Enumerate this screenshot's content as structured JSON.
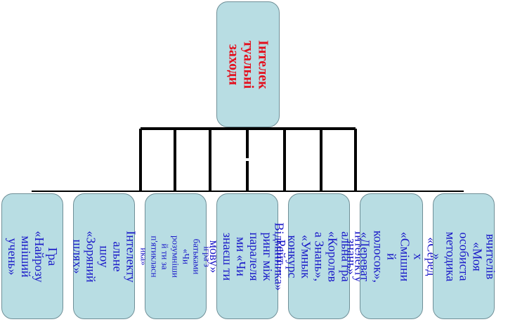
{
  "root": {
    "text": "Інтелек\nтуальні\nзаходи",
    "color": "#e3101e"
  },
  "children": [
    {
      "text": "Гра\n«Найрозу\nмніший\nучень»"
    },
    {
      "text": "Інтелекту\nальне\nшоу\n«Зоряний\nшлях»"
    },
    {
      "text": "ігра з\nбатьками\n«Чи\nрозумніши\nй ти за\nп'ятикласн\nика»"
    },
    {
      "text": "Рейт –\nринг між\nпаралеля\nми «Чи\nзнаєш ти\nмову»"
    },
    {
      "text": "Інтелекту\nальна гра\n«Королев\nа Знань»,\n«Умнык\nконкурс\nВідмінника»"
    },
    {
      "text": "«Серед\nх\n«Смішни\nй\nколосок»,\n«Дереват\nзнань»"
    },
    {
      "text": "вчителів\n«Моя\nособиста\nметодика\n»"
    }
  ],
  "colors": {
    "box_fill": "#b8dde3",
    "child_text": "#1a19c8",
    "line": "#000000"
  }
}
